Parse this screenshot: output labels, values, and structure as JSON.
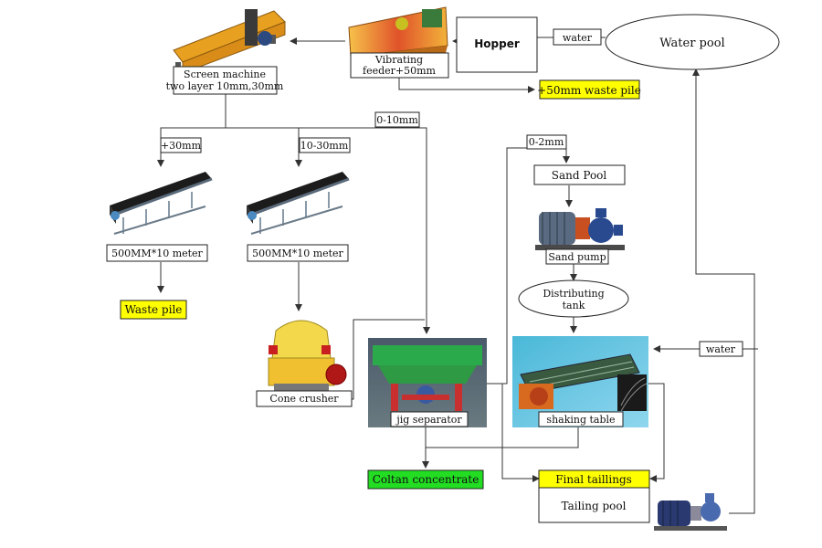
{
  "nodes": {
    "screen_machine": {
      "line1": "Screen machine",
      "line2": "two layer 10mm,30mm"
    },
    "vibrating_feeder": {
      "line1": "Vibrating",
      "line2": "feeder+50mm"
    },
    "hopper": "Hopper",
    "water_pool": "Water pool",
    "waste_pile_50": "+50mm waste pile",
    "conveyor_left": "500MM*10 meter",
    "conveyor_right": "500MM*10 meter",
    "waste_pile": "Waste pile",
    "cone_crusher": "Cone crusher",
    "jig_separator": "jig separator",
    "sand_pool": "Sand Pool",
    "sand_pump": "Sand pump",
    "distributing_tank": {
      "line1": "Distributing",
      "line2": "tank"
    },
    "shaking_table": "shaking table",
    "coltan_concentrate": "Coltan concentrate",
    "final_tailings": "Final taillings",
    "tailing_pool": "Tailing pool"
  },
  "flow_labels": {
    "water_top": "water",
    "water_mid": "water",
    "plus30": "+30mm",
    "r10_30": "10-30mm",
    "r0_10": "0-10mm",
    "r0_2": "0-2mm"
  },
  "colors": {
    "yellow_box": "#ffff00",
    "green_box": "#22dd22",
    "conveyor_belt": "#1c1c1c",
    "machine_orange": "#e8a020",
    "pump_blue": "#3a5a90"
  }
}
